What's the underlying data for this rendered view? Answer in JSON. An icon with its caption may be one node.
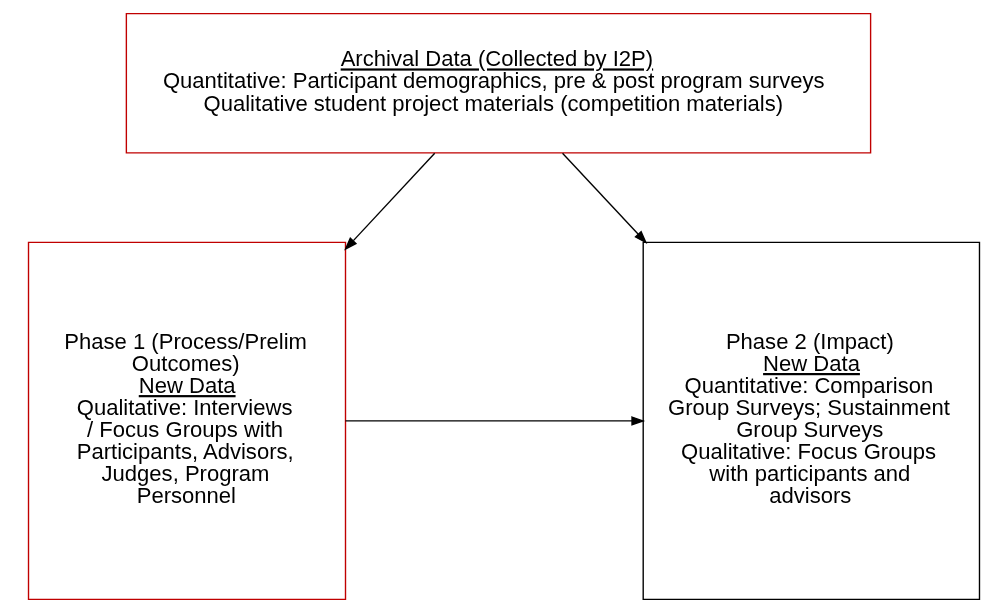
{
  "diagram": {
    "nodes": [
      {
        "text": [
          "Archival Data (Collected by I2P)",
          "Quantitative: Participant demographics, pre & post program surveys",
          "Qualitative student project materials (competition materials)"
        ]
      },
      {
        "text": [
          "Phase 1 (Process/Prelim Outcomes)",
          "New Data",
          "Qualitative: Interviews / Focus Groups with Participants, Advisors, Judges, Program Personnel"
        ]
      },
      {
        "text": [
          "Phase 2 (Impact)",
          "New Data",
          "Quantitative: Comparison Group Surveys; Sustainment Group Surveys",
          "Qualitative: Focus Groups with participants and advisors"
        ]
      }
    ],
    "edges": [
      {
        "from": 0,
        "to": 1,
        "arrow": "to"
      },
      {
        "from": 0,
        "to": 2,
        "arrow": "to"
      },
      {
        "from": 1,
        "to": 2,
        "arrow": "to"
      }
    ]
  }
}
